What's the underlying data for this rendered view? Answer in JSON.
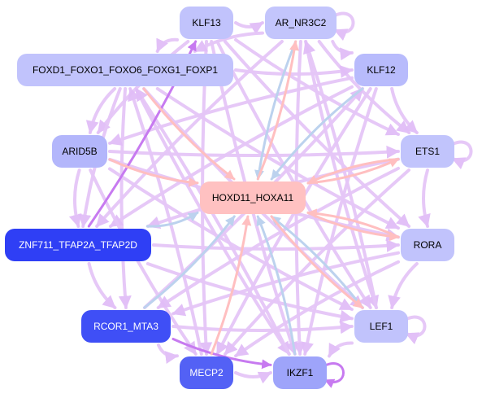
{
  "colors": {
    "edge_violet": "#e5c6f7",
    "edge_strong_violet": "#c77af0",
    "edge_pink": "#ffbfc0",
    "edge_blue": "#bcd2ee",
    "background": "#ffffff"
  },
  "nodes": [
    {
      "id": "KLF13",
      "label": "KLF13",
      "fill": "#c1c3fc",
      "text_color": "#000000"
    },
    {
      "id": "AR_NR3C2",
      "label": "AR_NR3C2",
      "fill": "#c3c5fc",
      "text_color": "#000000"
    },
    {
      "id": "FOXD1",
      "label": "FOXD1_FOXO1_FOXO6_FOXG1_FOXP1",
      "fill": "#c1c3fc",
      "text_color": "#000000"
    },
    {
      "id": "KLF12",
      "label": "KLF12",
      "fill": "#b8bbfc",
      "text_color": "#000000"
    },
    {
      "id": "ARID5B",
      "label": "ARID5B",
      "fill": "#b3b6fb",
      "text_color": "#000000"
    },
    {
      "id": "ETS1",
      "label": "ETS1",
      "fill": "#c1c4fc",
      "text_color": "#000000"
    },
    {
      "id": "HOXD11_HOXA11",
      "label": "HOXD11_HOXA11",
      "fill": "#ffc1c1",
      "text_color": "#000000"
    },
    {
      "id": "ZNF711",
      "label": "ZNF711_TFAP2A_TFAP2D",
      "fill": "#2f3ff5",
      "text_color": "#ffffff"
    },
    {
      "id": "RORA",
      "label": "RORA",
      "fill": "#c1c3fc",
      "text_color": "#000000"
    },
    {
      "id": "RCOR1_MTA3",
      "label": "RCOR1_MTA3",
      "fill": "#3f4ff6",
      "text_color": "#ffffff"
    },
    {
      "id": "LEF1",
      "label": "LEF1",
      "fill": "#c1c3fc",
      "text_color": "#000000"
    },
    {
      "id": "MECP2",
      "label": "MECP2",
      "fill": "#5361f5",
      "text_color": "#ffffff"
    },
    {
      "id": "IKZF1",
      "label": "IKZF1",
      "fill": "#9ea4fa",
      "text_color": "#000000"
    }
  ],
  "edges": [
    {
      "from": "KLF13",
      "to": "AR_NR3C2",
      "color": "violet"
    },
    {
      "from": "KLF13",
      "to": "FOXD1",
      "color": "violet"
    },
    {
      "from": "KLF13",
      "to": "ARID5B",
      "color": "violet"
    },
    {
      "from": "KLF13",
      "to": "ETS1",
      "color": "violet"
    },
    {
      "from": "KLF13",
      "to": "RORA",
      "color": "violet"
    },
    {
      "from": "KLF13",
      "to": "LEF1",
      "color": "violet"
    },
    {
      "from": "KLF13",
      "to": "IKZF1",
      "color": "violet"
    },
    {
      "from": "KLF13",
      "to": "MECP2",
      "color": "violet"
    },
    {
      "from": "AR_NR3C2",
      "to": "AR_NR3C2",
      "color": "violet"
    },
    {
      "from": "AR_NR3C2",
      "to": "FOXD1",
      "color": "violet"
    },
    {
      "from": "AR_NR3C2",
      "to": "KLF12",
      "color": "violet"
    },
    {
      "from": "AR_NR3C2",
      "to": "ETS1",
      "color": "violet"
    },
    {
      "from": "AR_NR3C2",
      "to": "LEF1",
      "color": "violet"
    },
    {
      "from": "AR_NR3C2",
      "to": "IKZF1",
      "color": "violet"
    },
    {
      "from": "AR_NR3C2",
      "to": "ZNF711",
      "color": "violet"
    },
    {
      "from": "AR_NR3C2",
      "to": "HOXD11_HOXA11",
      "color": "blue"
    },
    {
      "from": "FOXD1",
      "to": "KLF12",
      "color": "violet"
    },
    {
      "from": "FOXD1",
      "to": "ARID5B",
      "color": "violet"
    },
    {
      "from": "FOXD1",
      "to": "RORA",
      "color": "violet"
    },
    {
      "from": "FOXD1",
      "to": "LEF1",
      "color": "violet"
    },
    {
      "from": "FOXD1",
      "to": "IKZF1",
      "color": "violet"
    },
    {
      "from": "FOXD1",
      "to": "RCOR1_MTA3",
      "color": "violet"
    },
    {
      "from": "FOXD1",
      "to": "HOXD11_HOXA11",
      "color": "pink"
    },
    {
      "from": "FOXD1",
      "to": "ZNF711",
      "color": "violet"
    },
    {
      "from": "KLF12",
      "to": "ARID5B",
      "color": "violet"
    },
    {
      "from": "KLF12",
      "to": "ETS1",
      "color": "violet"
    },
    {
      "from": "KLF12",
      "to": "MECP2",
      "color": "violet"
    },
    {
      "from": "KLF12",
      "to": "IKZF1",
      "color": "violet"
    },
    {
      "from": "KLF12",
      "to": "ZNF711",
      "color": "violet"
    },
    {
      "from": "KLF12",
      "to": "HOXD11_HOXA11",
      "color": "blue"
    },
    {
      "from": "ARID5B",
      "to": "ETS1",
      "color": "violet"
    },
    {
      "from": "ARID5B",
      "to": "RORA",
      "color": "violet"
    },
    {
      "from": "ARID5B",
      "to": "LEF1",
      "color": "violet"
    },
    {
      "from": "ARID5B",
      "to": "ZNF711",
      "color": "violet"
    },
    {
      "from": "ARID5B",
      "to": "HOXD11_HOXA11",
      "color": "pink"
    },
    {
      "from": "ARID5B",
      "to": "MECP2",
      "color": "violet"
    },
    {
      "from": "ETS1",
      "to": "ETS1",
      "color": "violet"
    },
    {
      "from": "ETS1",
      "to": "RORA",
      "color": "violet"
    },
    {
      "from": "ETS1",
      "to": "ZNF711",
      "color": "violet"
    },
    {
      "from": "ETS1",
      "to": "RCOR1_MTA3",
      "color": "violet"
    },
    {
      "from": "ETS1",
      "to": "MECP2",
      "color": "violet"
    },
    {
      "from": "ETS1",
      "to": "HOXD11_HOXA11",
      "color": "pink"
    },
    {
      "from": "ZNF711",
      "to": "RORA",
      "color": "violet"
    },
    {
      "from": "ZNF711",
      "to": "RCOR1_MTA3",
      "color": "violet"
    },
    {
      "from": "ZNF711",
      "to": "HOXD11_HOXA11",
      "color": "blue"
    },
    {
      "from": "ZNF711",
      "to": "KLF13",
      "color": "strong_violet"
    },
    {
      "from": "ZNF711",
      "to": "LEF1",
      "color": "violet"
    },
    {
      "from": "RORA",
      "to": "RCOR1_MTA3",
      "color": "violet"
    },
    {
      "from": "RORA",
      "to": "LEF1",
      "color": "violet"
    },
    {
      "from": "RORA",
      "to": "HOXD11_HOXA11",
      "color": "pink"
    },
    {
      "from": "RORA",
      "to": "MECP2",
      "color": "violet"
    },
    {
      "from": "RCOR1_MTA3",
      "to": "MECP2",
      "color": "violet"
    },
    {
      "from": "RCOR1_MTA3",
      "to": "IKZF1",
      "color": "strong_violet"
    },
    {
      "from": "RCOR1_MTA3",
      "to": "LEF1",
      "color": "violet"
    },
    {
      "from": "RCOR1_MTA3",
      "to": "HOXD11_HOXA11",
      "color": "blue"
    },
    {
      "from": "RCOR1_MTA3",
      "to": "KLF12",
      "color": "violet"
    },
    {
      "from": "LEF1",
      "to": "LEF1",
      "color": "violet"
    },
    {
      "from": "LEF1",
      "to": "IKZF1",
      "color": "violet"
    },
    {
      "from": "LEF1",
      "to": "HOXD11_HOXA11",
      "color": "blue"
    },
    {
      "from": "LEF1",
      "to": "AR_NR3C2",
      "color": "violet"
    },
    {
      "from": "MECP2",
      "to": "IKZF1",
      "color": "violet"
    },
    {
      "from": "MECP2",
      "to": "HOXD11_HOXA11",
      "color": "pink"
    },
    {
      "from": "MECP2",
      "to": "FOXD1",
      "color": "violet"
    },
    {
      "from": "IKZF1",
      "to": "IKZF1",
      "color": "strong_violet"
    },
    {
      "from": "IKZF1",
      "to": "HOXD11_HOXA11",
      "color": "blue"
    },
    {
      "from": "IKZF1",
      "to": "FOXD1",
      "color": "violet"
    },
    {
      "from": "HOXD11_HOXA11",
      "to": "RORA",
      "color": "pink"
    },
    {
      "from": "HOXD11_HOXA11",
      "to": "LEF1",
      "color": "pink"
    },
    {
      "from": "HOXD11_HOXA11",
      "to": "ETS1",
      "color": "pink"
    },
    {
      "from": "HOXD11_HOXA11",
      "to": "AR_NR3C2",
      "color": "pink"
    }
  ]
}
